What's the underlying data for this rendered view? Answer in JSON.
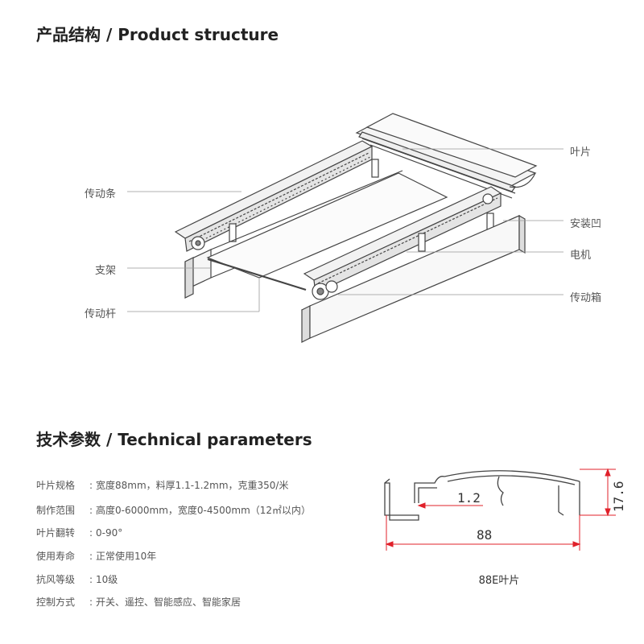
{
  "sections": {
    "product_structure_title": "产品结构 / Product structure",
    "technical_parameters_title": "技术参数 / Technical parameters"
  },
  "callouts": {
    "blade": "叶片",
    "drive_chain": "传动条",
    "mounting_bracket": "安装凹",
    "frame": "支架",
    "motor": "电机",
    "drive_rod": "传动杆",
    "drive_box": "传动箱"
  },
  "parameters": [
    {
      "label": "叶片规格",
      "value": "宽度88mm，料厚1.1-1.2mm，克重350/米"
    },
    {
      "label": "制作范围",
      "value": "高度0-6000mm，宽度0-4500mm（12㎡以内）"
    },
    {
      "label": "叶片翻转",
      "value": "0-90°"
    },
    {
      "label": "使用寿命",
      "value": "正常使用10年"
    },
    {
      "label": "抗风等级",
      "value": "10级"
    },
    {
      "label": "控制方式",
      "value": "开关、遥控、智能感应、智能家居"
    }
  ],
  "profile": {
    "thickness": "1.2",
    "width": "88",
    "height": "17.6",
    "caption": "88E叶片"
  },
  "colors": {
    "line": "#444444",
    "dimension": "#e0202a",
    "text": "#555555"
  }
}
